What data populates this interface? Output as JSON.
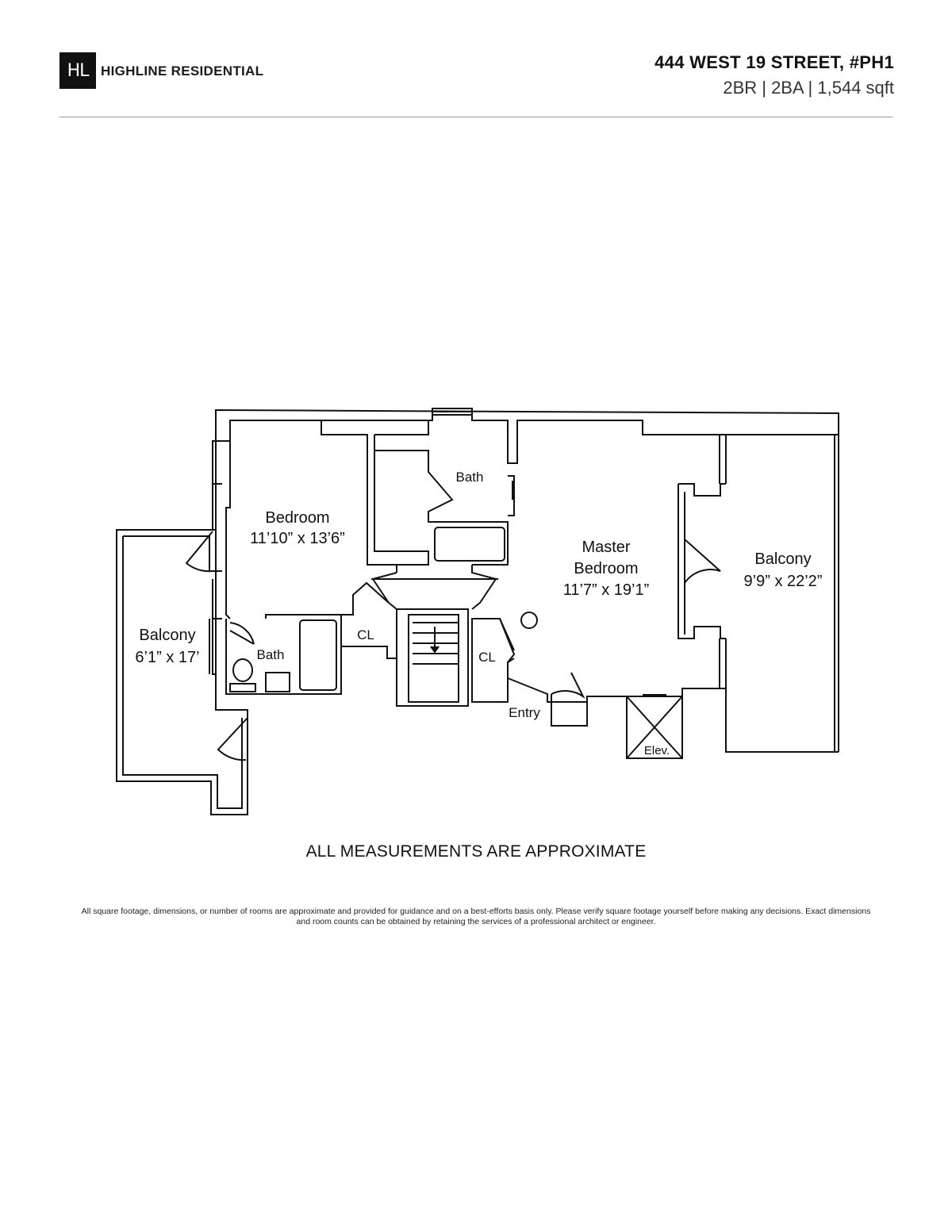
{
  "header": {
    "logo_text": "HL",
    "brand": "HIGHLINE RESIDENTIAL",
    "address": "444 WEST 19 STREET, #PH1",
    "summary": "2BR | 2BA | 1,544 sqft"
  },
  "floorplan": {
    "rooms": {
      "bedroom": {
        "name": "Bedroom",
        "dims": "11’10” x 13’6”"
      },
      "bath_top": {
        "name": "Bath"
      },
      "master": {
        "name_line1": "Master",
        "name_line2": "Bedroom",
        "dims": "11’7” x 19’1”"
      },
      "balcony_right": {
        "name": "Balcony",
        "dims": "9’9” x 22’2”"
      },
      "balcony_left": {
        "name": "Balcony",
        "dims": "6’1” x 17’"
      },
      "bath_left": {
        "name": "Bath"
      },
      "closet_left": {
        "name": "CL"
      },
      "closet_right": {
        "name": "CL"
      },
      "entry": {
        "name": "Entry"
      },
      "elevator": {
        "name": "Elev."
      }
    }
  },
  "footer": {
    "notice": "ALL MEASUREMENTS ARE APPROXIMATE",
    "disclaimer": "All square footage, dimensions, or number of rooms are approximate and provided for guidance and on a best-efforts basis only. Please verify square footage yourself before making any decisions. Exact dimensions and room counts can be obtained by retaining the services of a professional architect or engineer."
  },
  "colors": {
    "ink": "#111111",
    "rule": "#9a9a9a",
    "background": "#ffffff"
  }
}
